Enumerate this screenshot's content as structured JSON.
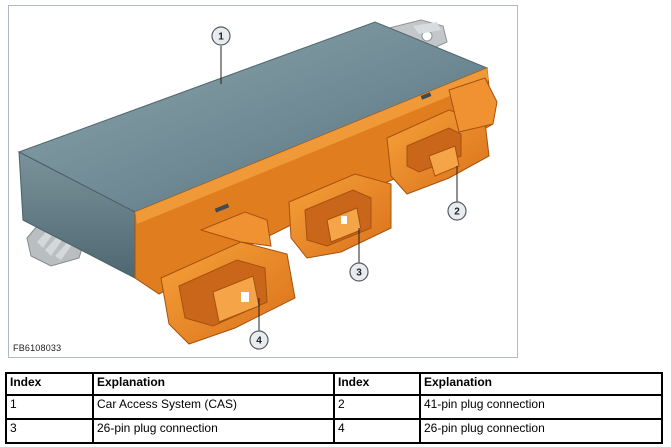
{
  "figure": {
    "code": "FB6108033",
    "callouts": [
      "1",
      "2",
      "3",
      "4"
    ],
    "colors": {
      "housing_top": "#76919a",
      "housing_side": "#6e8790",
      "connector": "#f28a1c",
      "connector_shade": "#c9661a",
      "bracket": "#c2c6c8"
    }
  },
  "table": {
    "headers": [
      "Index",
      "Explanation",
      "Index",
      "Explanation"
    ],
    "rows": [
      [
        "1",
        "Car Access System (CAS)",
        "2",
        "41-pin plug connection"
      ],
      [
        "3",
        "26-pin plug connection",
        "4",
        "26-pin plug connection"
      ]
    ]
  }
}
